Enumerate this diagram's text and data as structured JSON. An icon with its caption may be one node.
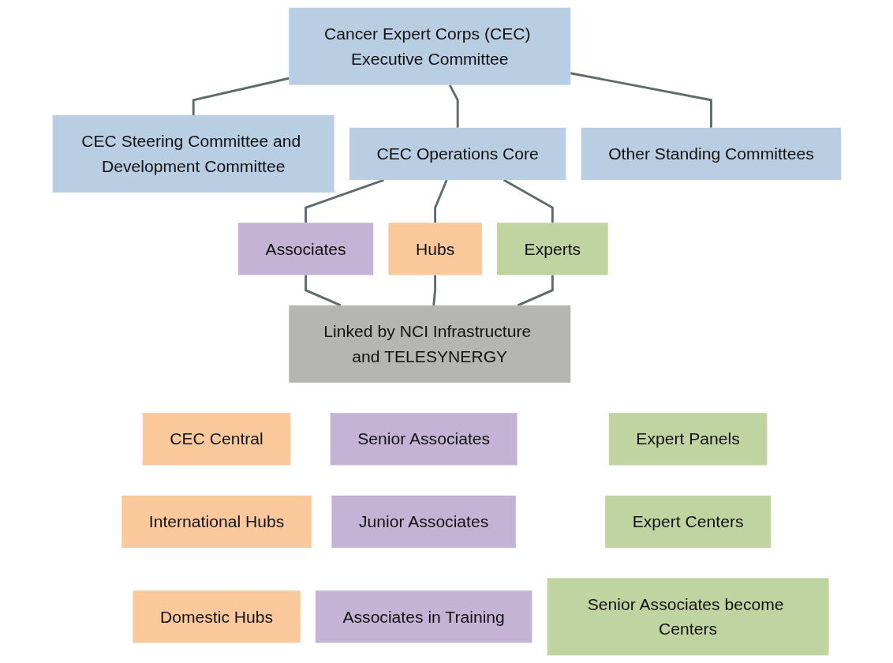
{
  "diagram": {
    "nodes": [
      {
        "text": [
          "Cancer Expert Corps (CEC) Executive Committee"
        ]
      },
      {
        "text": [
          "CEC Steering Committee and Development Committee"
        ]
      },
      {
        "text": [
          "CEC Operations Core"
        ]
      },
      {
        "text": [
          "Other Standing Committees"
        ]
      },
      {
        "text": [
          "Associates"
        ]
      },
      {
        "text": [
          "Hubs"
        ]
      },
      {
        "text": [
          "Experts"
        ]
      },
      {
        "text": [
          "Linked by NCI Infrastructure and TELESYNERGY"
        ]
      },
      {
        "text": [
          "Senior Associates"
        ]
      },
      {
        "text": [
          "CEC Central"
        ]
      },
      {
        "text": [
          "Expert Panels"
        ]
      },
      {
        "text": [
          "Junior Associates"
        ]
      },
      {
        "text": [
          "International Hubs"
        ]
      },
      {
        "text": [
          "Expert Centers"
        ]
      },
      {
        "text": [
          "Associates in Training"
        ]
      },
      {
        "text": [
          "Domestic Hubs"
        ]
      },
      {
        "text": [
          "Senior Associates become Centers"
        ]
      }
    ],
    "edges": [
      {
        "from": 0,
        "to": 1,
        "arrow": "none"
      },
      {
        "from": 0,
        "to": 2,
        "arrow": "none"
      },
      {
        "from": 0,
        "to": 3,
        "arrow": "none"
      },
      {
        "from": 2,
        "to": 4,
        "arrow": "none"
      },
      {
        "from": 2,
        "to": 5,
        "arrow": "none"
      },
      {
        "from": 2,
        "to": 6,
        "arrow": "none"
      },
      {
        "from": 4,
        "to": 7,
        "arrow": "none"
      },
      {
        "from": 5,
        "to": 7,
        "arrow": "none"
      },
      {
        "from": 6,
        "to": 7,
        "arrow": "none"
      }
    ]
  }
}
